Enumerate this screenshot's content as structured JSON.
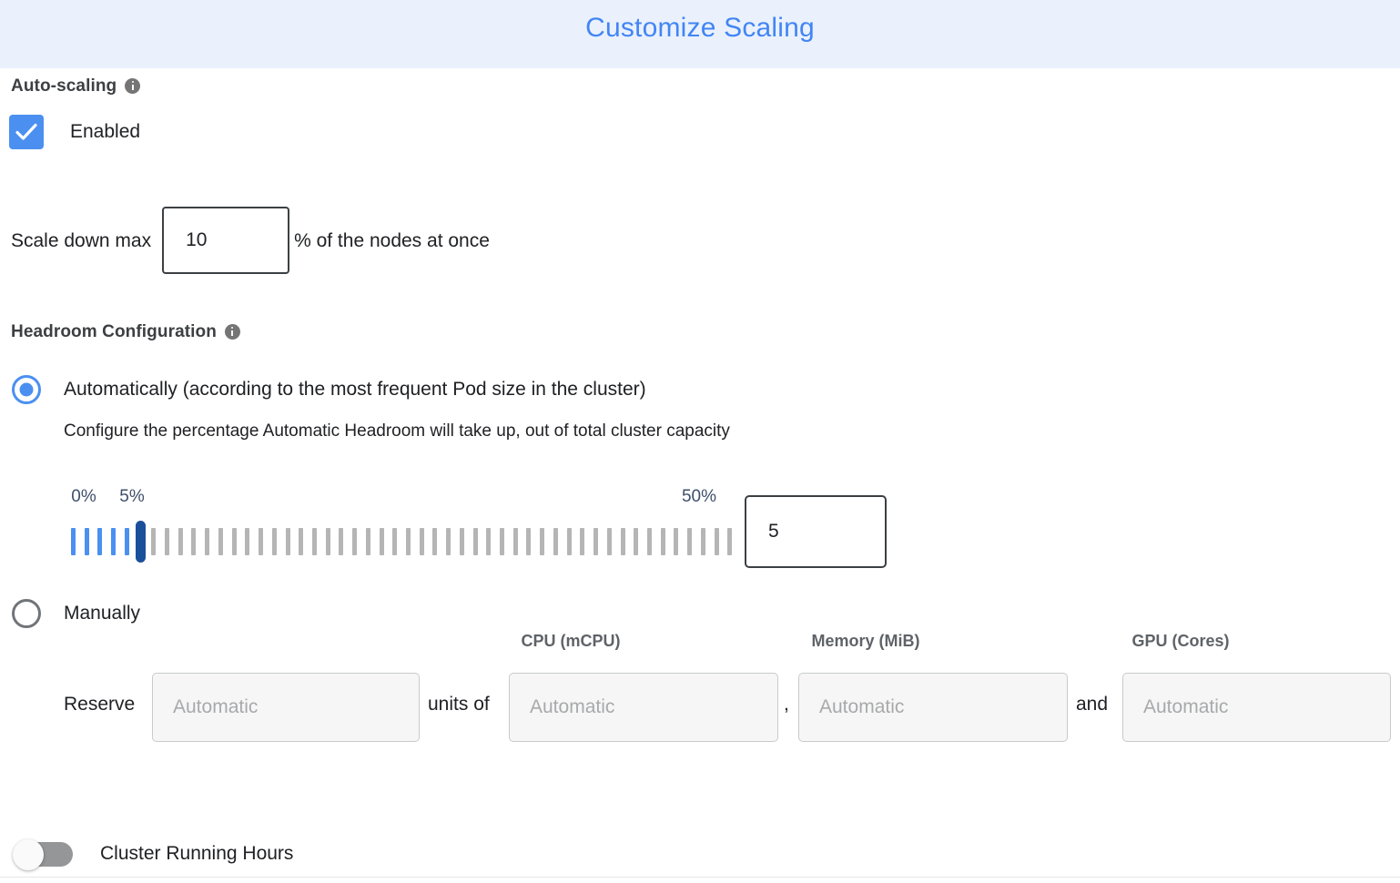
{
  "header": {
    "title": "Customize Scaling",
    "title_color": "#4285f4",
    "background_color": "#eaf1fd"
  },
  "autoscaling": {
    "section_label": "Auto-scaling",
    "info_tooltip_icon": "info-icon",
    "enabled_label": "Enabled",
    "enabled_checked": true,
    "checkbox_color": "#4b90f0"
  },
  "scale_down": {
    "label": "Scale down max",
    "value": "10",
    "suffix": "% of the nodes at once"
  },
  "headroom": {
    "section_label": "Headroom Configuration",
    "info_tooltip_icon": "info-icon",
    "option_auto_label": "Automatically (according to the most frequent Pod size in the cluster)",
    "option_auto_selected": true,
    "description": "Configure the percentage Automatic Headroom will take up, out of total cluster capacity",
    "option_manual_label": "Manually",
    "option_manual_selected": false
  },
  "slider": {
    "min_label": "0%",
    "current_label": "5%",
    "max_label": "50%",
    "min": 0,
    "max": 50,
    "value": 5,
    "value_box": "5",
    "tick_count": 50,
    "active_color": "#4b90f0",
    "inactive_color": "#b5b5b5",
    "thumb_color": "#1a4f9c",
    "label_color": "#3f4f6b"
  },
  "reserve": {
    "label": "Reserve",
    "units_connector": "units of",
    "comma_connector": ",",
    "and_connector": "and",
    "fields": [
      {
        "caption": "",
        "placeholder": "Automatic",
        "value": "",
        "disabled": true
      },
      {
        "caption": "CPU (mCPU)",
        "placeholder": "Automatic",
        "value": "",
        "disabled": true
      },
      {
        "caption": "Memory (MiB)",
        "placeholder": "Automatic",
        "value": "",
        "disabled": true
      },
      {
        "caption": "GPU (Cores)",
        "placeholder": "Automatic",
        "value": "",
        "disabled": true
      }
    ]
  },
  "cluster_running_hours": {
    "label": "Cluster Running Hours",
    "enabled": false
  }
}
